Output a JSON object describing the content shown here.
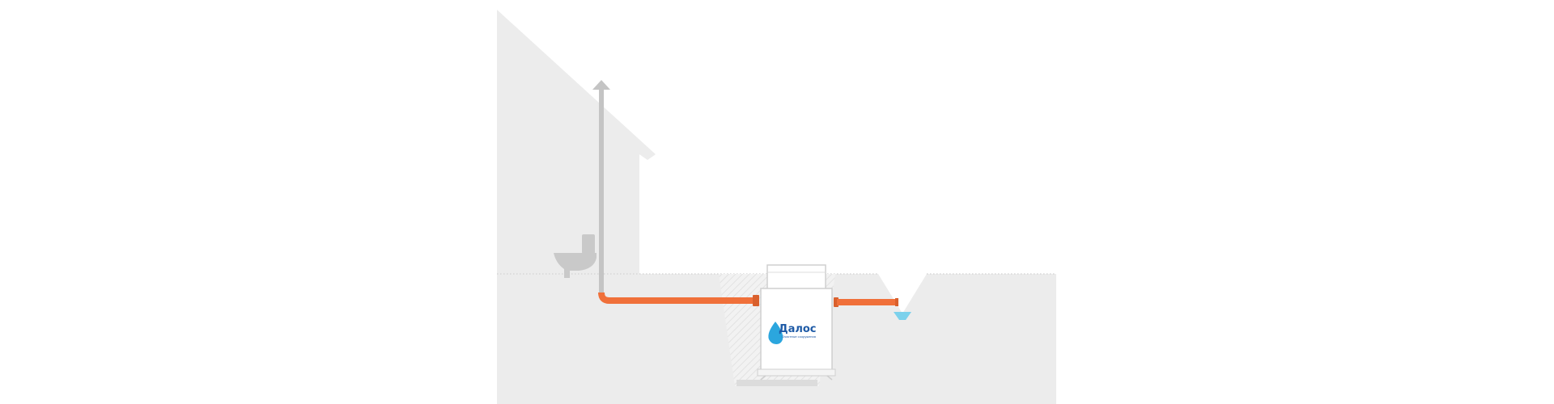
{
  "scene": {
    "title": "",
    "components": [
      {
        "id": "house",
        "label": ""
      },
      {
        "id": "vent-pipe",
        "label": ""
      },
      {
        "id": "toilet",
        "label": ""
      },
      {
        "id": "inlet-pipe",
        "label": ""
      },
      {
        "id": "septic-tank",
        "label": ""
      },
      {
        "id": "outlet-pipe",
        "label": ""
      },
      {
        "id": "drainage-ditch",
        "label": ""
      }
    ],
    "flow": [
      "toilet",
      "inlet-pipe",
      "septic-tank",
      "outlet-pipe",
      "drainage-ditch"
    ]
  },
  "brand": {
    "name": "Далос",
    "tagline": "Очистные сооружения",
    "icon": "water-drop-icon"
  },
  "colors": {
    "background": "#ffffff",
    "ground": "#ececec",
    "house": "#ececec",
    "vent_pipe": "#c4c4c4",
    "sewer_pipe": "#f0703a",
    "pit_fill": "#f2f2f2",
    "tank_body": "#ffffff",
    "tank_outline": "#cfcfcf",
    "water": "#7cd1ec",
    "brand_blue": "#1e5aa6",
    "brand_accent": "#2ba6de"
  }
}
